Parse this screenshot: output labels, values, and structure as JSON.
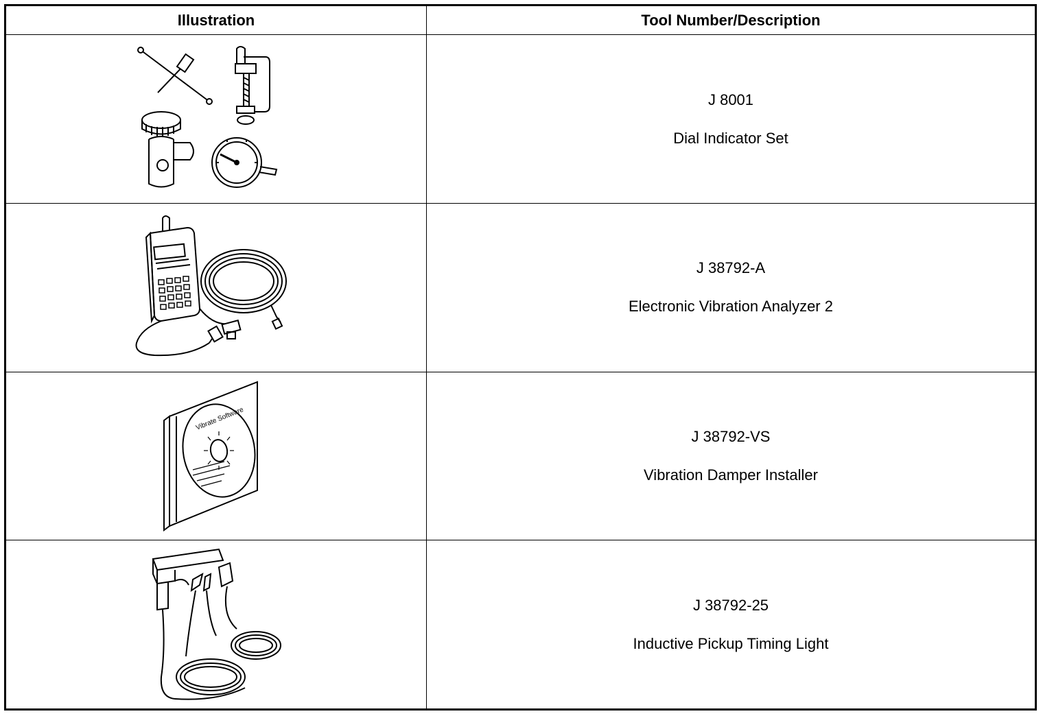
{
  "headers": {
    "illustration": "Illustration",
    "tool": "Tool Number/Description"
  },
  "rows": [
    {
      "number": "J 8001",
      "name": "Dial Indicator Set",
      "illustration_icon": "dial-indicator-set-illustration"
    },
    {
      "number": "J 38792-A",
      "name": "Electronic Vibration Analyzer 2",
      "illustration_icon": "vibration-analyzer-illustration"
    },
    {
      "number": "J 38792-VS",
      "name": "Vibration Damper Installer",
      "illustration_icon": "software-cd-illustration",
      "illustration_text": "Vibrate Software"
    },
    {
      "number": "J 38792-25",
      "name": "Inductive Pickup Timing Light",
      "illustration_icon": "timing-light-illustration"
    }
  ]
}
